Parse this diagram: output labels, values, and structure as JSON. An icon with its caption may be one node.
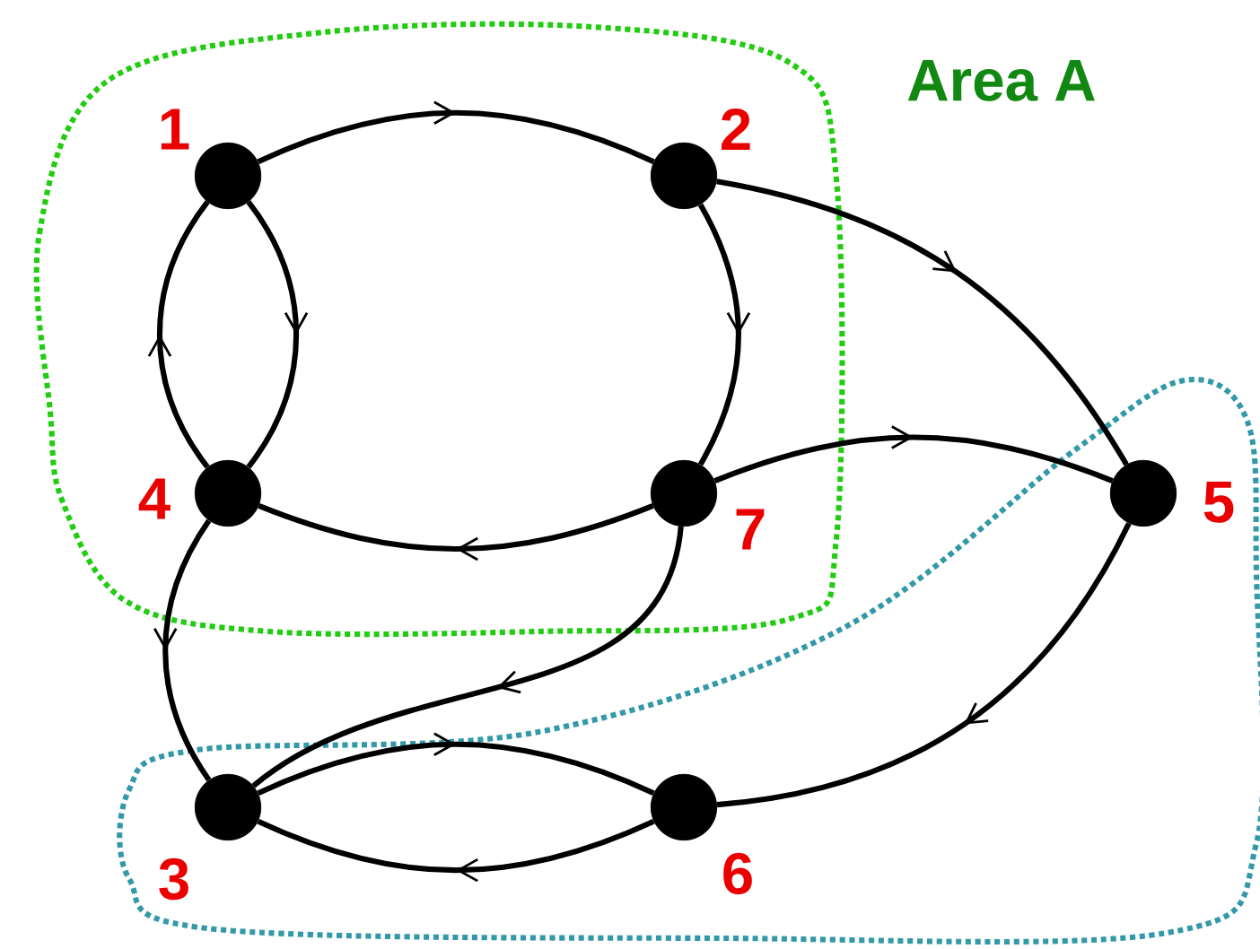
{
  "diagram": {
    "nodes": [
      {
        "text": [
          "Area A"
        ]
      },
      {
        "text": [],
        "shape": "circle",
        "beside": [
          "1"
        ],
        "in": 0
      },
      {
        "text": [],
        "shape": "circle",
        "beside": [
          "2"
        ],
        "in": 0
      },
      {
        "text": [],
        "shape": "circle",
        "beside": [
          "4"
        ],
        "in": 0
      },
      {
        "text": [],
        "shape": "circle",
        "beside": [
          "7"
        ],
        "in": 0
      },
      {
        "text": [],
        "shape": "box"
      },
      {
        "text": [],
        "shape": "circle",
        "beside": [
          "5"
        ],
        "in": 5
      },
      {
        "text": [],
        "shape": "circle",
        "beside": [
          "3"
        ],
        "in": 5
      },
      {
        "text": [],
        "shape": "circle",
        "beside": [
          "6"
        ],
        "in": 5
      }
    ],
    "edges": [
      {
        "from": 1,
        "to": 2,
        "arrow": "to"
      },
      {
        "from": 3,
        "to": 1,
        "arrow": "to"
      },
      {
        "from": 1,
        "to": 3,
        "arrow": "to"
      },
      {
        "from": 2,
        "to": 4,
        "arrow": "to"
      },
      {
        "from": 2,
        "to": 6,
        "arrow": "to"
      },
      {
        "from": 4,
        "to": 6,
        "arrow": "to"
      },
      {
        "from": 4,
        "to": 3,
        "arrow": "to"
      },
      {
        "from": 3,
        "to": 7,
        "arrow": "to"
      },
      {
        "from": 4,
        "to": 7,
        "arrow": "to"
      },
      {
        "from": 7,
        "to": 8,
        "arrow": "to"
      },
      {
        "from": 8,
        "to": 7,
        "arrow": "to"
      },
      {
        "from": 6,
        "to": 8,
        "arrow": "to"
      }
    ]
  }
}
